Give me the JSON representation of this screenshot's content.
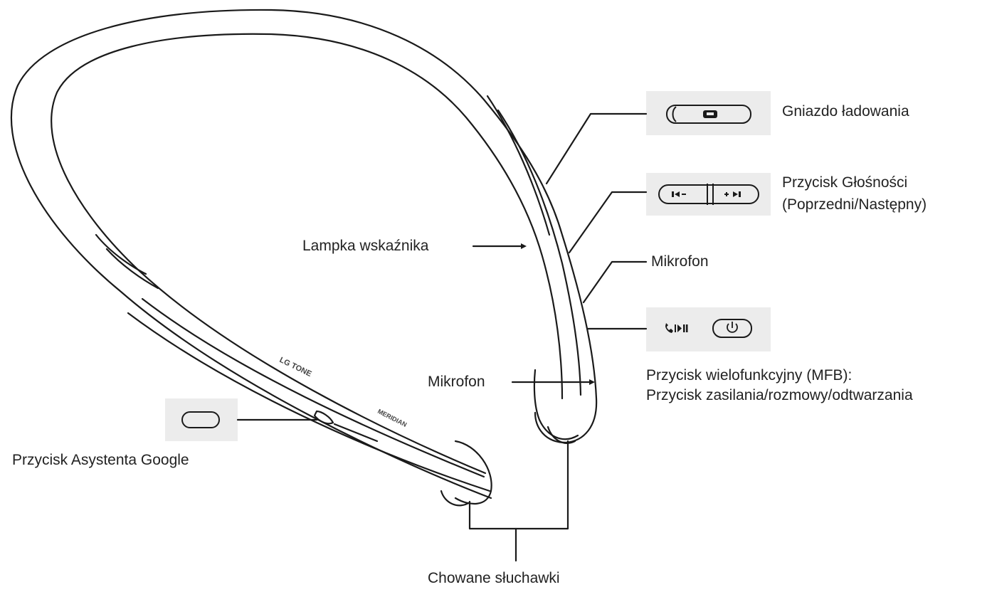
{
  "labels": {
    "charging_port": "Gniazdo ładowania",
    "volume_button_line1": "Przycisk Głośności",
    "volume_button_line2": "(Poprzedni/Następny)",
    "microphone_upper": "Mikrofon",
    "indicator_lamp": "Lampka wskaźnika",
    "microphone_lower": "Mikrofon",
    "mfb_line1": "Przycisk wielofunkcyjny (MFB):",
    "mfb_line2": "Przycisk zasilania/rozmowy/odtwarzania",
    "google_assistant_button": "Przycisk Asystenta Google",
    "retractable_earbuds": "Chowane słuchawki"
  },
  "device_print": {
    "logo_lg_tone": "LG TONE",
    "logo_meridian": "MERIDIAN"
  },
  "icons": {
    "volume_prev": "prev-volume-down-icon",
    "volume_next": "next-volume-up-icon",
    "mfb_call_play": "phone-play-pause-icon",
    "mfb_power": "power-icon",
    "charging_port": "usb-c-port-icon"
  },
  "colors": {
    "line": "#1a1a1a",
    "text": "#222222",
    "inset_bg": "#ececec"
  }
}
